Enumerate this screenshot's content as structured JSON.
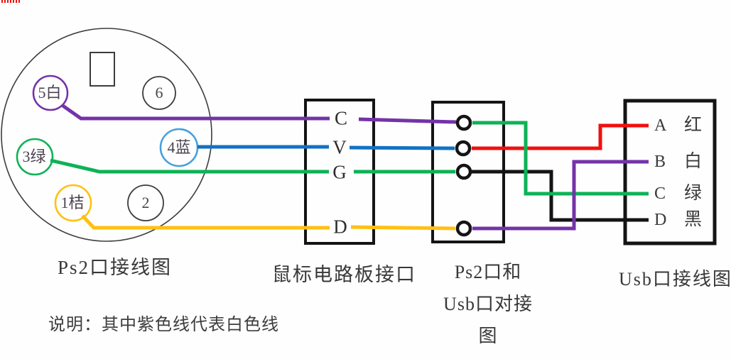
{
  "ps2_connector": {
    "caption": "Ps2口接线图",
    "pins": [
      {
        "label": "5白",
        "ring_color": "#7433A8"
      },
      {
        "label": "6",
        "ring_color": "#3d3d3d"
      },
      {
        "label": "3绿",
        "ring_color": "#0EB257"
      },
      {
        "label": "4蓝",
        "ring_color": "#46A0DC"
      },
      {
        "label": "1桔",
        "ring_color": "#FFC012"
      },
      {
        "label": "2",
        "ring_color": "#3d3d3d"
      }
    ]
  },
  "board_interface": {
    "caption": "鼠标电路板接口",
    "pins": [
      "C",
      "V",
      "G",
      "D"
    ]
  },
  "bridge": {
    "caption_line1": "Ps2口和",
    "caption_line2": "Usb口对接",
    "caption_line3": "图"
  },
  "usb_interface": {
    "caption": "Usb口接线图",
    "pins": [
      {
        "letter": "A",
        "color_name": "红"
      },
      {
        "letter": "B",
        "color_name": "白"
      },
      {
        "letter": "C",
        "color_name": "绿"
      },
      {
        "letter": "D",
        "color_name": "黑"
      }
    ]
  },
  "note": "说明：其中紫色线代表白色线",
  "wire_colors": {
    "purple": "#7433A8",
    "blue": "#1272C4",
    "green": "#0EB257",
    "orange": "#FFC012",
    "red": "#F01010",
    "black": "#141414"
  }
}
